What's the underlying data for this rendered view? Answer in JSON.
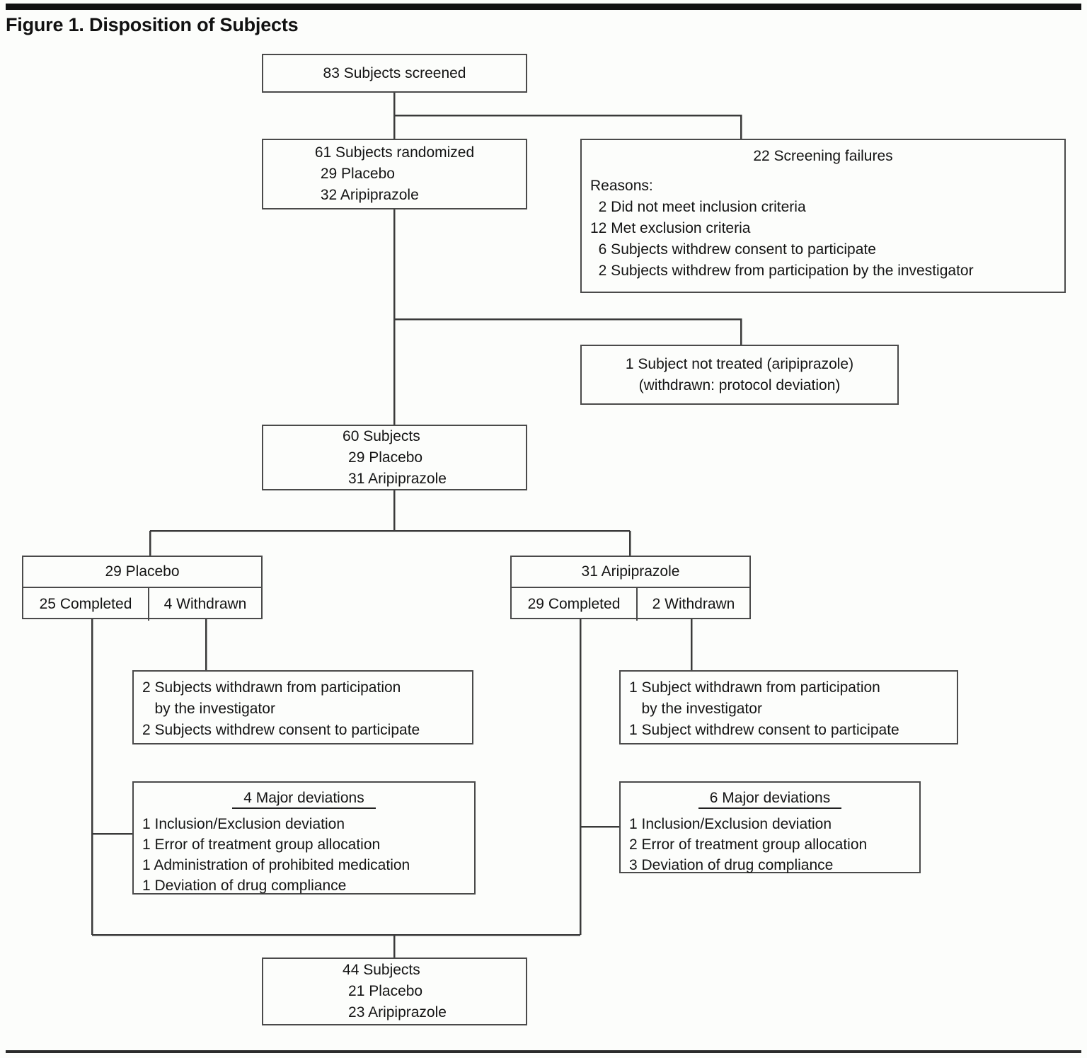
{
  "figure": {
    "title": "Figure 1. Disposition of Subjects"
  },
  "colors": {
    "box_border": "#4a4a4a",
    "connector": "#3a3a3a",
    "rule": "#111111",
    "text": "#141414",
    "background": "#fcfdfb"
  },
  "nodes": {
    "screened": {
      "line1": "83 Subjects screened"
    },
    "randomized": {
      "line1": "61 Subjects randomized",
      "line2": "29 Placebo",
      "line3": "32 Aripiprazole"
    },
    "screening_failures": {
      "heading": "22 Screening failures",
      "reasons_label": "Reasons:",
      "reasons": [
        "  2 Did not meet inclusion criteria",
        "12 Met exclusion criteria",
        "  6 Subjects withdrew consent to participate",
        "  2 Subjects withdrew from participation by the investigator"
      ]
    },
    "not_treated": {
      "line1": "1 Subject not treated (aripiprazole)",
      "line2": "(withdrawn: protocol deviation)"
    },
    "treated": {
      "line1": "60 Subjects",
      "line2": "29 Placebo",
      "line3": "31 Aripiprazole"
    },
    "placebo_arm": {
      "header": "29 Placebo",
      "completed": "25 Completed",
      "withdrawn": "4 Withdrawn"
    },
    "aripiprazole_arm": {
      "header": "31 Aripiprazole",
      "completed": "29 Completed",
      "withdrawn": "2 Withdrawn"
    },
    "placebo_withdrawals": {
      "lines": [
        "2 Subjects withdrawn from participation",
        "   by the investigator",
        "2 Subjects withdrew consent to participate"
      ]
    },
    "aripiprazole_withdrawals": {
      "lines": [
        "1 Subject withdrawn from participation",
        "   by the investigator",
        "1 Subject withdrew consent to participate"
      ]
    },
    "placebo_deviations": {
      "heading": "4 Major deviations",
      "items": [
        "1 Inclusion/Exclusion deviation",
        "1 Error of treatment group allocation",
        "1 Administration of prohibited medication",
        "1 Deviation of drug compliance"
      ]
    },
    "aripiprazole_deviations": {
      "heading": "6 Major deviations",
      "items": [
        "1 Inclusion/Exclusion deviation",
        "2 Error of treatment group allocation",
        "3 Deviation of drug compliance"
      ]
    },
    "analyzed": {
      "line1": "44 Subjects",
      "line2": "21 Placebo",
      "line3": "23 Aripiprazole"
    }
  }
}
